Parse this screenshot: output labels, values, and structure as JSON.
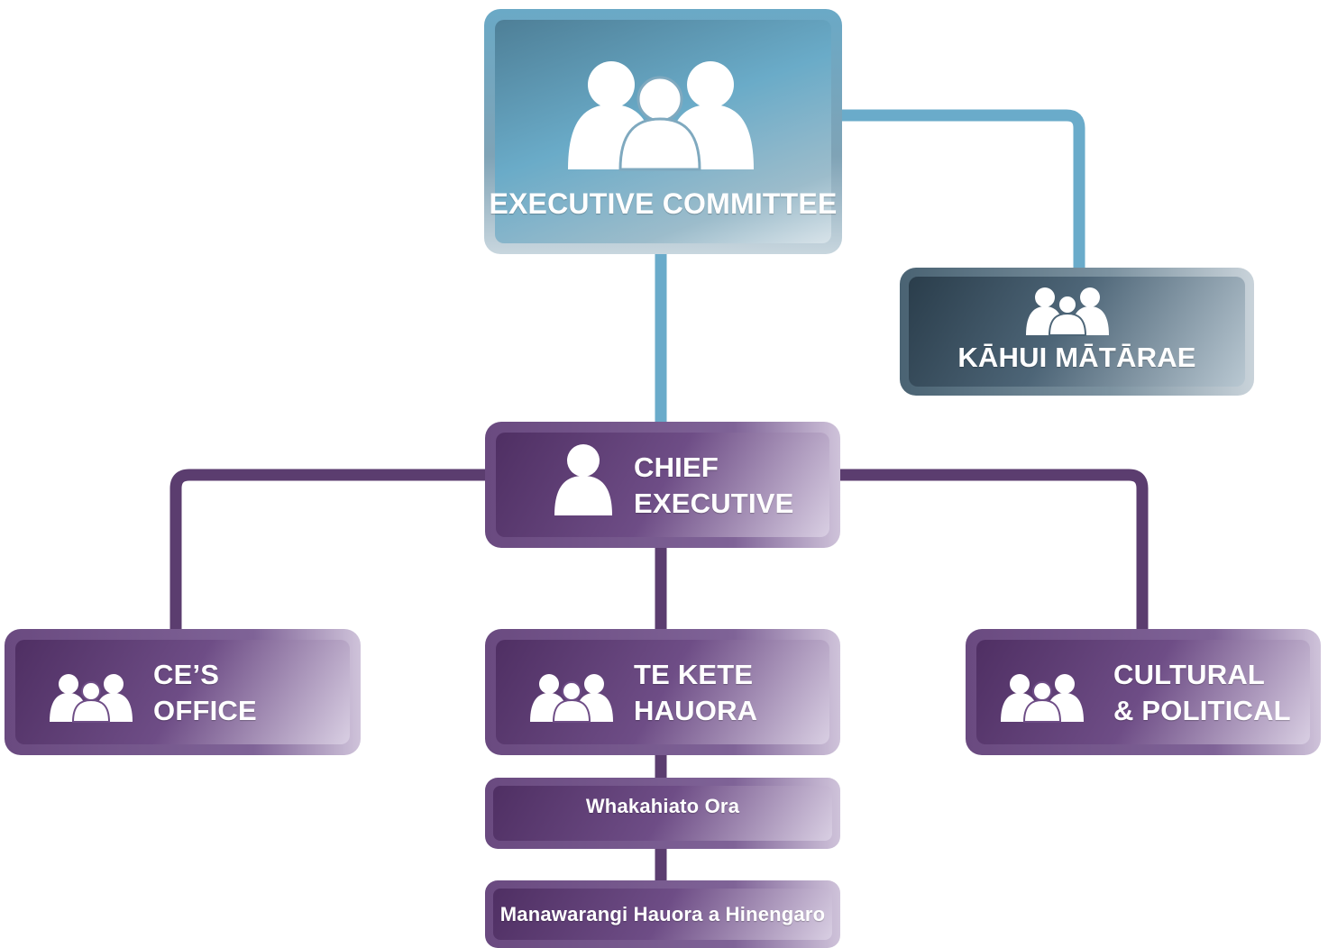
{
  "diagram": {
    "nodes": {
      "executive_committee": {
        "label": "EXECUTIVE COMMITTEE",
        "icon": "group-icon"
      },
      "kahui_matarae": {
        "label": "KĀHUI MĀTĀRAE",
        "icon": "group-icon"
      },
      "chief_executive": {
        "line1": "CHIEF",
        "line2": "EXECUTIVE",
        "icon": "person-icon"
      },
      "ces_office": {
        "line1": "CE’S",
        "line2": "OFFICE",
        "icon": "group-icon"
      },
      "te_kete_hauora": {
        "line1": "TE KETE",
        "line2": "HAUORA",
        "icon": "group-icon"
      },
      "cultural_political": {
        "line1": "CULTURAL",
        "line2": "& POLITICAL",
        "icon": "group-icon"
      },
      "whakahiato_ora": {
        "label": "Whakahiato Ora"
      },
      "manawarangi": {
        "label": "Manawarangi Hauora a Hinengaro"
      }
    },
    "colors": {
      "teal_connector": "#6aabca",
      "purple_connector": "#5b3d6f"
    }
  }
}
